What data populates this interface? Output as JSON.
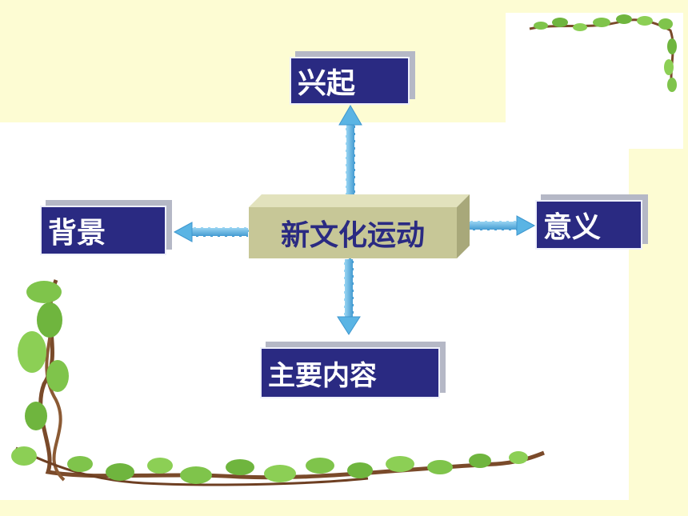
{
  "diagram": {
    "center": "新文化运动",
    "top": "兴起",
    "left": "背景",
    "right": "意义",
    "bottom": "主要内容"
  },
  "colors": {
    "background": "#fdfcd3",
    "panel": "#ffffff",
    "node_fill": "#2a2a82",
    "node_text": "#ffffff",
    "center_fill": "#c7c797",
    "arrow": "#5ab4e4",
    "leaf": "#7fc44b",
    "vine": "#7a4a2a"
  }
}
